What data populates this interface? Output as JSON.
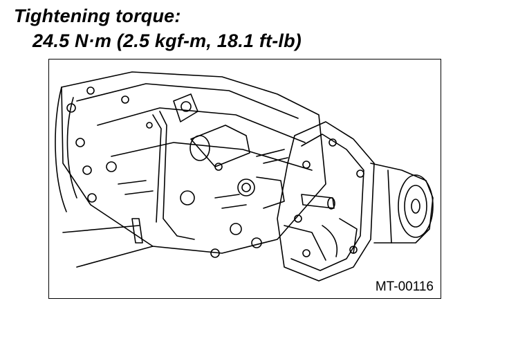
{
  "heading": "Tightening torque:",
  "torque_value": "24.5 N·m (2.5 kgf-m, 18.1 ft-lb)",
  "figure": {
    "id": "MT-00116",
    "illustration": "transmission-assembly-line-drawing"
  }
}
